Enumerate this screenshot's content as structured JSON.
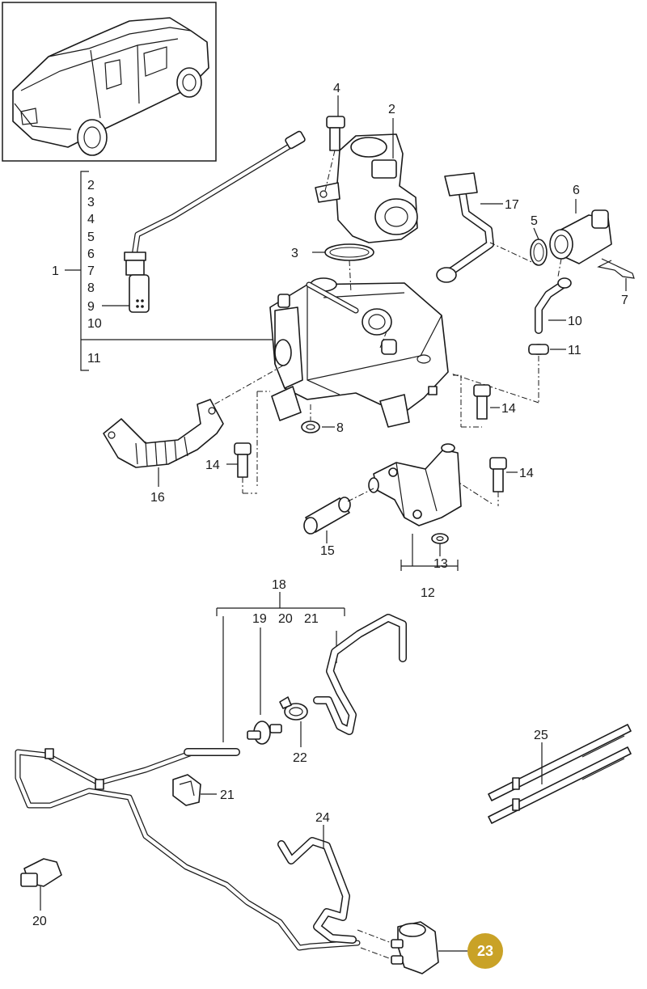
{
  "diagram": {
    "highlight_color": "#c9a227",
    "labels": {
      "p1": "1",
      "p2": "2",
      "p3": "3",
      "p4": "4",
      "p5": "5",
      "p6": "6",
      "p7": "7",
      "p8": "8",
      "p10": "10",
      "p11": "11",
      "p12": "12",
      "p13": "13",
      "p14a": "14",
      "p14b": "14",
      "p14c": "14",
      "p15": "15",
      "p16": "16",
      "p17": "17",
      "p18": "18",
      "p19": "19",
      "p20_top": "20",
      "p21_top": "21",
      "p20": "20",
      "p21": "21",
      "p22": "22",
      "p23": "23",
      "p24": "24",
      "p25": "25"
    },
    "group1_list": [
      "2",
      "3",
      "4",
      "5",
      "6",
      "7",
      "8",
      "9",
      "10",
      "11"
    ]
  }
}
